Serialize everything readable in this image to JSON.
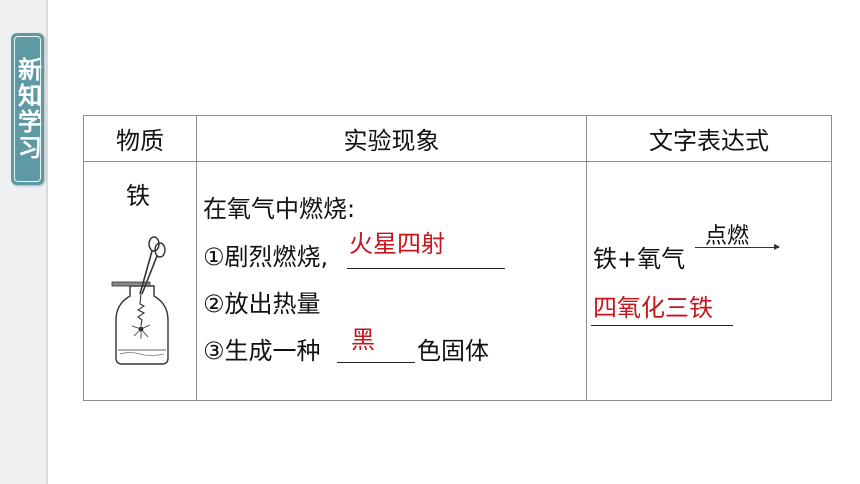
{
  "section_tab": {
    "label": "新知学习"
  },
  "table": {
    "headers": [
      "物质",
      "实验现象",
      "文字表达式"
    ],
    "substance": "铁",
    "phenomena": {
      "intro": "在氧气中燃烧:",
      "line1_prefix": "①剧烈燃烧,",
      "line1_answer": "火星四射",
      "line2": "②放出热量",
      "line3_prefix": "③生成一种",
      "line3_answer": "黑",
      "line3_suffix": "色固体"
    },
    "expression": {
      "reactants": "铁+氧气",
      "condition": "点燃",
      "product": "四氧化三铁"
    }
  },
  "colors": {
    "answer": "#c4161c",
    "tab": "#5d9aa3"
  }
}
